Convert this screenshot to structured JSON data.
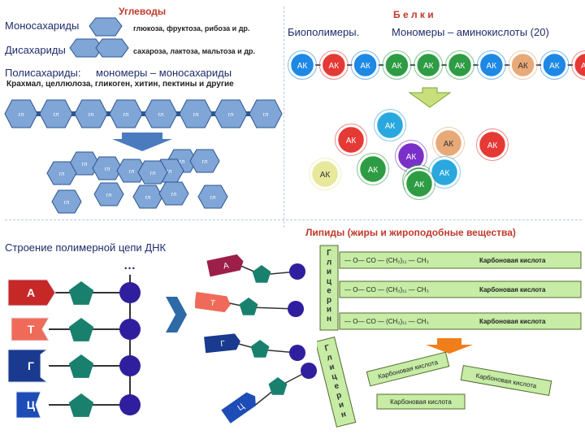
{
  "carbs": {
    "title": "Углеводы",
    "mono_label": "Моносахариды",
    "mono_examples": "глюкоза, фруктоза, рибоза и др.",
    "di_label": "Дисахариды",
    "di_examples": "сахароза, лактоза, мальтоза и др.",
    "poly_label": "Полисахариды:",
    "poly_monomers": "мономеры – моносахариды",
    "poly_examples": "Крахмал, целлюлоза, гликоген, хитин, пектины и другие",
    "chain_unit": "гл",
    "cluster_unit": "гл",
    "colors": {
      "hex_fill": "#7fa6d6",
      "hex_stroke": "#2e5590",
      "arrow": "#4a7bbf"
    }
  },
  "proteins": {
    "title": "Б е л к и",
    "biopolymers": "Биополимеры.",
    "monomers": "Мономеры – аминокислоты (20)",
    "unit": "АК",
    "chain_colors": [
      "#1e88e5",
      "#e53935",
      "#1e88e5",
      "#2e9c44",
      "#2e9c44",
      "#2e9c44",
      "#1e88e5",
      "#e8a978",
      "#1e88e5",
      "#e53935"
    ],
    "cluster_colors": [
      "#29a8e0",
      "#e53935",
      "#e8a978",
      "#e53935",
      "#7b2fc9",
      "#e7e89a",
      "#2e9c44",
      "#2e9c44",
      "#29a8e0",
      "#2e9c44"
    ]
  },
  "dna": {
    "title": "Строение полимерной цепи ДНК",
    "ellipsis": "…",
    "bases": [
      "А",
      "Т",
      "Г",
      "Ц"
    ],
    "base_colors": [
      "#c62828",
      "#f06a5a",
      "#1a3a8f",
      "#1e4db7"
    ],
    "sugar_color": "#19806e",
    "phosphate_color": "#2f1f9e",
    "scattered_bases": [
      "А",
      "Т",
      "Г",
      "Ц"
    ],
    "scattered_colors": [
      "#9c1f4a",
      "#f06a5a",
      "#1a3a8f",
      "#1e4db7"
    ],
    "arrow_color": "#2d6aa6"
  },
  "lipids": {
    "title": "Липиды (жиры и жироподобные вещества)",
    "glycerol": "Глицерин",
    "chain_formula": "— O— CO — (CH₂)₁₁ — CH₃",
    "acid_label": "Карбоновая кислота",
    "acid_bar_color": "#c6eca5",
    "glycerol_color": "#c6eca5",
    "arrow_color": "#f07e1a"
  }
}
